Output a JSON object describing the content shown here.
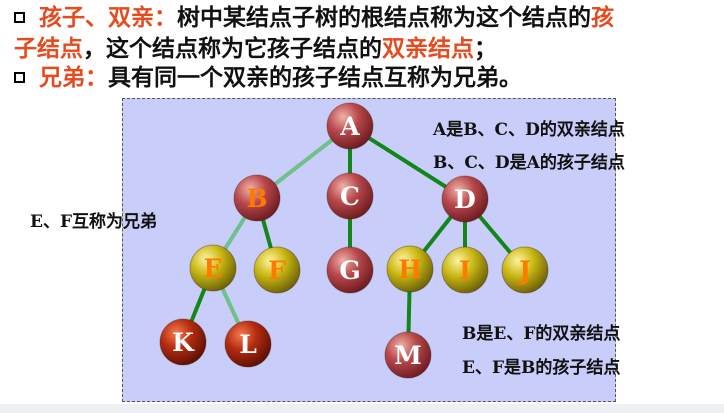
{
  "text": {
    "line1_term": "孩子、双亲：",
    "line1_rest": "树中某结点子树的根结点称为这个结点的",
    "line1_tail": "孩",
    "line2_head": "子结点",
    "line2_mid": "，这个结点称为它孩子结点的",
    "line2_term": "双亲结点",
    "line2_end": "；",
    "line3_term": "兄弟：",
    "line3_rest": "具有同一个双亲的孩子结点互称为兄弟。"
  },
  "notes": {
    "parent_of_bcd": "A是B、C、D的双亲结点",
    "children_of_a": "B、C、D是A的孩子结点",
    "siblings_ef": "E、F互称为兄弟",
    "parent_of_ef": "B是E、F的双亲结点",
    "children_of_b": "E、F是B的孩子结点"
  },
  "colors": {
    "highlight": "#e8491d",
    "panel": "#c9cdfa",
    "edge_dark": "#13861a",
    "edge_light": "#6fc08a",
    "node_maroon": "#b0474a",
    "node_olive": "#c4b40f",
    "node_dark_red": "#a8260e",
    "label_white": "#ffffff",
    "label_orange": "#ff7b00"
  },
  "tree": {
    "nodes": [
      {
        "id": "A",
        "label": "A",
        "style": "maroon",
        "label_color": "white"
      },
      {
        "id": "B",
        "label": "B",
        "style": "maroon",
        "label_color": "orange"
      },
      {
        "id": "C",
        "label": "C",
        "style": "maroon",
        "label_color": "white"
      },
      {
        "id": "D",
        "label": "D",
        "style": "maroon",
        "label_color": "white"
      },
      {
        "id": "E",
        "label": "E",
        "style": "olive",
        "label_color": "orange"
      },
      {
        "id": "F",
        "label": "F",
        "style": "olive",
        "label_color": "orange"
      },
      {
        "id": "G",
        "label": "G",
        "style": "maroon",
        "label_color": "white"
      },
      {
        "id": "H",
        "label": "H",
        "style": "olive",
        "label_color": "orange"
      },
      {
        "id": "I",
        "label": "I",
        "style": "olive",
        "label_color": "orange"
      },
      {
        "id": "J",
        "label": "J",
        "style": "olive",
        "label_color": "orange"
      },
      {
        "id": "K",
        "label": "K",
        "style": "darkred",
        "label_color": "white"
      },
      {
        "id": "L",
        "label": "L",
        "style": "darkred",
        "label_color": "white"
      },
      {
        "id": "M",
        "label": "M",
        "style": "maroon",
        "label_color": "white"
      }
    ],
    "edges": [
      {
        "from": "A",
        "to": "B",
        "tone": "light"
      },
      {
        "from": "A",
        "to": "C",
        "tone": "dark"
      },
      {
        "from": "A",
        "to": "D",
        "tone": "dark"
      },
      {
        "from": "B",
        "to": "E",
        "tone": "light"
      },
      {
        "from": "B",
        "to": "F",
        "tone": "dark"
      },
      {
        "from": "C",
        "to": "G",
        "tone": "dark"
      },
      {
        "from": "D",
        "to": "H",
        "tone": "dark"
      },
      {
        "from": "D",
        "to": "I",
        "tone": "dark"
      },
      {
        "from": "D",
        "to": "J",
        "tone": "dark"
      },
      {
        "from": "E",
        "to": "K",
        "tone": "dark"
      },
      {
        "from": "E",
        "to": "L",
        "tone": "light"
      },
      {
        "from": "H",
        "to": "M",
        "tone": "dark"
      }
    ]
  }
}
